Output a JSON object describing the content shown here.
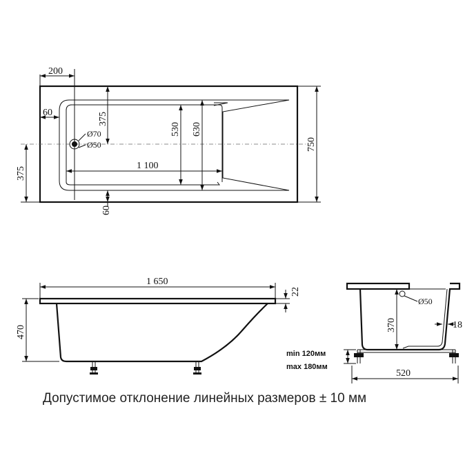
{
  "top_view": {
    "dim_200": "200",
    "dim_60_left": "60",
    "dim_375_inner": "375",
    "dim_d70": "Ø70",
    "dim_d50": "Ø50",
    "dim_530": "530",
    "dim_630": "630",
    "dim_1100": "1 100",
    "dim_750": "750",
    "dim_375_outer": "375",
    "dim_60_bottom": "60"
  },
  "side_view": {
    "dim_1650": "1 650",
    "dim_22": "22",
    "dim_470": "470"
  },
  "end_view": {
    "dim_d50": "Ø50",
    "dim_370": "370",
    "dim_18": "18",
    "dim_520": "520",
    "leg_min": "min  120мм",
    "leg_max": "max  180мм"
  },
  "caption": "Допустимое отклонение линейных размеров ± 10 мм"
}
